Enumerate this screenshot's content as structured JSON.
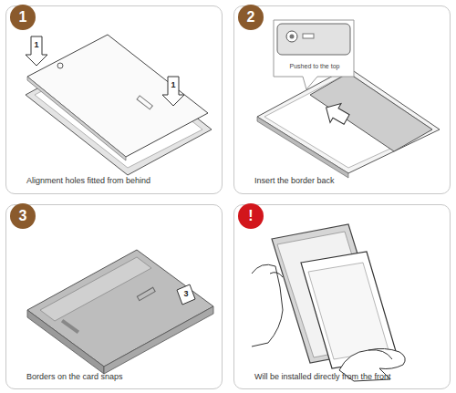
{
  "diagram": {
    "nodes": [
      {
        "text": [
          "Alignment holes fitted from behind"
        ]
      },
      {
        "text": [
          "1"
        ],
        "in": 0
      },
      {
        "text": [
          "Insert the border back"
        ]
      },
      {
        "text": [
          "2"
        ],
        "in": 2
      },
      {
        "text": [
          "Pushed to the top"
        ],
        "in": 2
      },
      {
        "text": [
          "Borders on the card snaps"
        ]
      },
      {
        "text": [
          "3"
        ],
        "in": 5
      },
      {
        "text": [
          "Will be installed directly from the front"
        ]
      },
      {
        "text": [
          "!"
        ],
        "in": 7
      }
    ],
    "labels": [
      "1",
      "1",
      "3"
    ]
  }
}
